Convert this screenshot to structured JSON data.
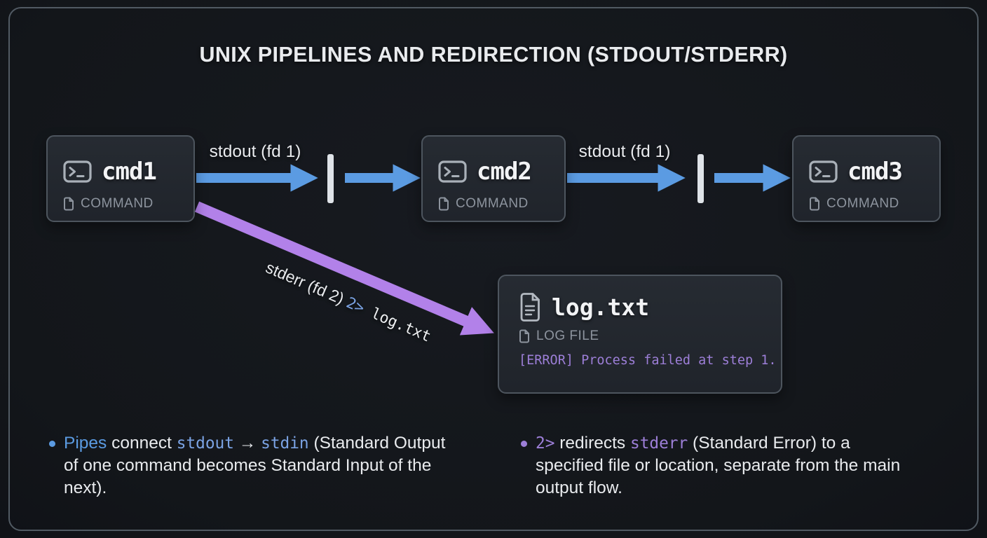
{
  "title": "UNIX PIPELINES AND REDIRECTION (STDOUT/STDERR)",
  "colors": {
    "background": "#14171c",
    "frame_border": "#515a63",
    "node_bg": "#24282f",
    "node_border": "#4d555e",
    "text_primary": "#e9ebee",
    "text_muted": "#8d949e",
    "stdout_blue": "#5b9be2",
    "stderr_purple": "#b281e9",
    "code_blue": "#7ba3e4",
    "code_purple": "#9d7fd8",
    "pipe_bar": "#dfe3e8"
  },
  "pipeline": {
    "nodes": [
      {
        "label": "cmd1",
        "type": "COMMAND"
      },
      {
        "label": "cmd2",
        "type": "COMMAND"
      },
      {
        "label": "cmd3",
        "type": "COMMAND"
      }
    ],
    "stdout_label_1": "stdout (fd 1)",
    "stdout_label_2": "stdout (fd 1)"
  },
  "log_file": {
    "label": "log.txt",
    "type": "LOG FILE",
    "content": "[ERROR] Process failed at step 1."
  },
  "stderr_edge": {
    "segments": [
      {
        "text": "stderr (fd 2) ",
        "style": "plain"
      },
      {
        "text": "2>",
        "style": "code-blue"
      },
      {
        "text": " log.txt",
        "style": "code-white"
      }
    ]
  },
  "notes": [
    {
      "segments": [
        {
          "text": "Pipes",
          "style": "blue"
        },
        {
          "text": " connect ",
          "style": "plain"
        },
        {
          "text": "stdout",
          "style": "code-blue"
        },
        {
          "text": " → ",
          "style": "plain"
        },
        {
          "text": "stdin",
          "style": "code-blue"
        },
        {
          "text": " (Standard Output of one command becomes Standard Input of the next).",
          "style": "plain"
        }
      ]
    },
    {
      "segments": [
        {
          "text": "2>",
          "style": "code-purple"
        },
        {
          "text": " redirects ",
          "style": "plain"
        },
        {
          "text": "stderr",
          "style": "code-purple"
        },
        {
          "text": " (Standard Error) to a specified file or location, separate from the main output flow.",
          "style": "plain"
        }
      ]
    }
  ]
}
